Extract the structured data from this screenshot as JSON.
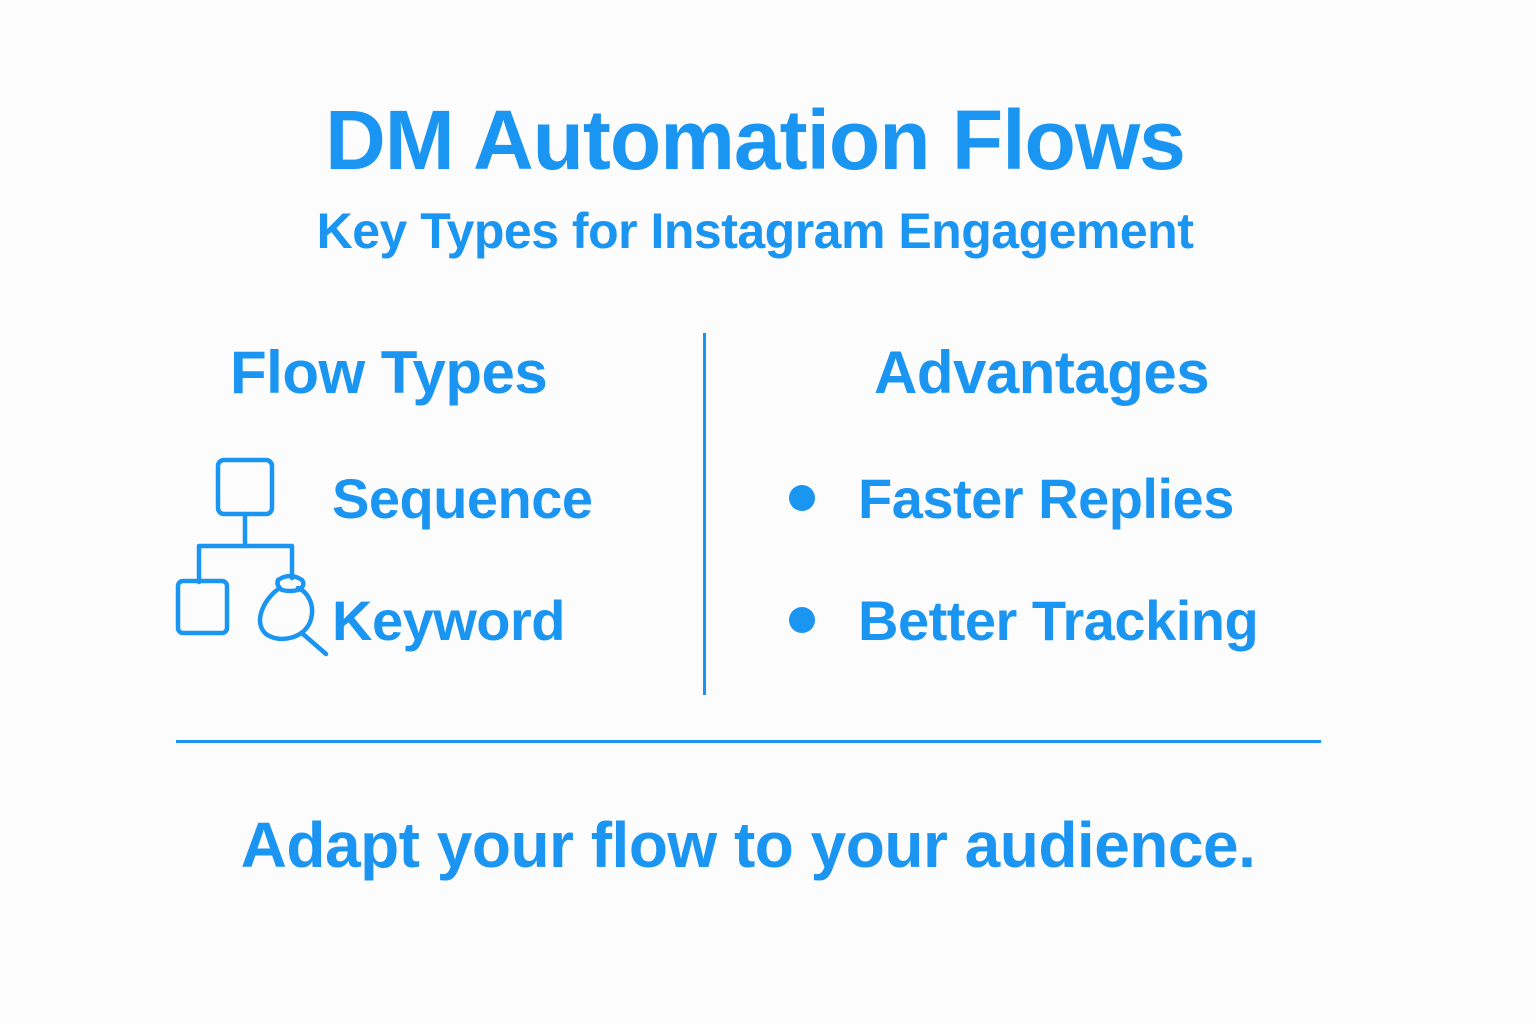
{
  "header": {
    "title": "DM Automation Flows",
    "subtitle": "Key Types for Instagram Engagement"
  },
  "flow_types": {
    "heading": "Flow Types",
    "icon": "flowchart-keyword-search-icon",
    "items": [
      {
        "label": "Sequence"
      },
      {
        "label": "Keyword"
      }
    ]
  },
  "advantages": {
    "heading": "Advantages",
    "bullet_icon": "bullet-dot-icon",
    "items": [
      {
        "label": "Faster Replies"
      },
      {
        "label": "Better Tracking"
      }
    ]
  },
  "footer": {
    "tagline": "Adapt your flow to your audience."
  },
  "colors": {
    "accent": "#1a95f2",
    "background": "#fcfcfc"
  }
}
